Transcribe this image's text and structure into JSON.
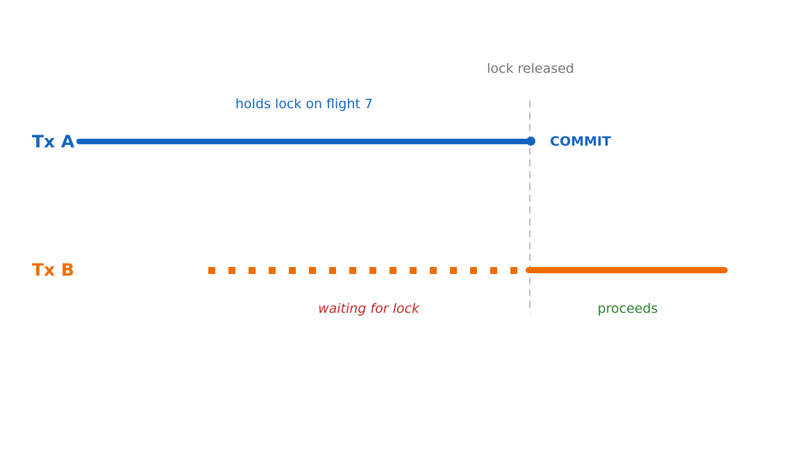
{
  "colors": {
    "blue": "#1565C0",
    "orange": "#EF6C00",
    "red": "#C62828",
    "green": "#2E7D32",
    "gray_text": "#757575",
    "gray_dash": "#BDBDBD"
  },
  "event": {
    "label": "lock released"
  },
  "lanes": {
    "tx_a": {
      "label": "Tx A",
      "hold_annotation": "holds lock on flight 7",
      "commit_label": "COMMIT"
    },
    "tx_b": {
      "label": "Tx B",
      "waiting_annotation": "waiting for lock",
      "proceeds_annotation": "proceeds"
    }
  }
}
